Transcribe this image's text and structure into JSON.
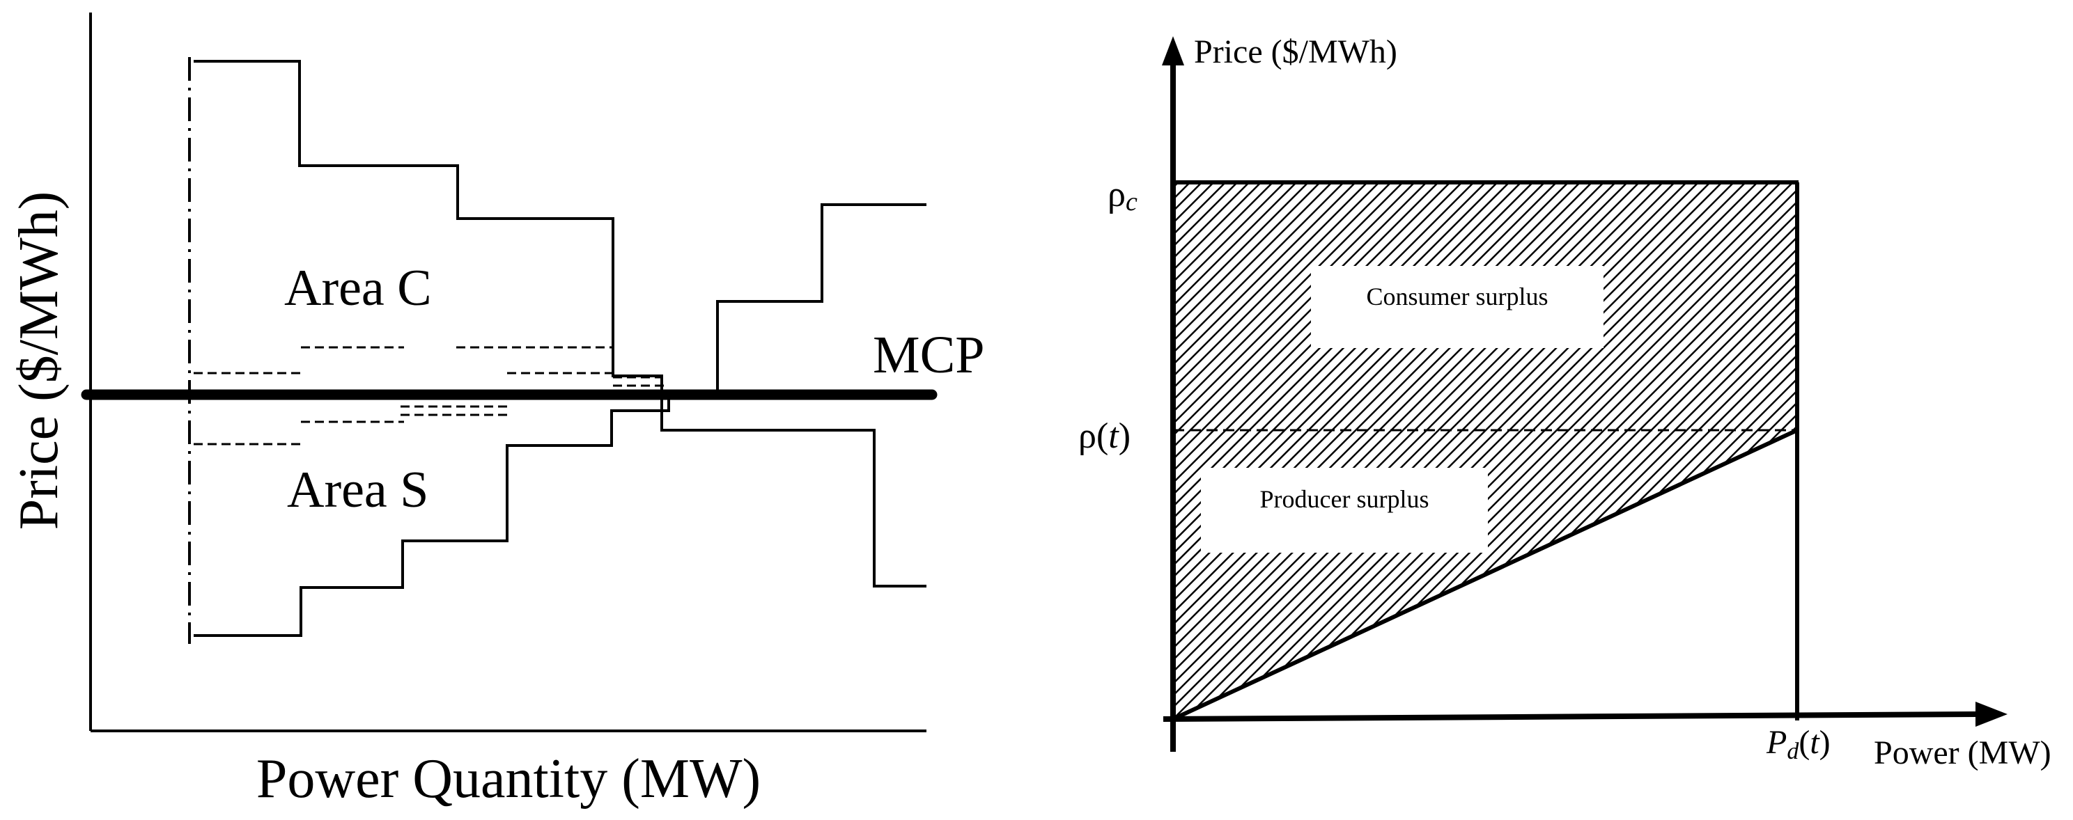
{
  "left_panel": {
    "y_axis_label": "Price ($/MWh)",
    "x_axis_label": "Power Quantity (MW)",
    "area_c_label": "Area C",
    "area_s_label": "Area S",
    "mcp_label": "MCP"
  },
  "right_panel": {
    "y_axis_label": "Price ($/MWh)",
    "x_axis_label": "Power (MW)",
    "rho_c_base": "ρ",
    "rho_c_sub": "c",
    "rho_t_base": "ρ(",
    "rho_t_var": "t",
    "rho_t_close": ")",
    "pd_base": "P",
    "pd_sub": "d",
    "pd_open": "(",
    "pd_var": "t",
    "pd_close": ")",
    "consumer_label": "Consumer surplus",
    "producer_label": "Producer surplus"
  }
}
